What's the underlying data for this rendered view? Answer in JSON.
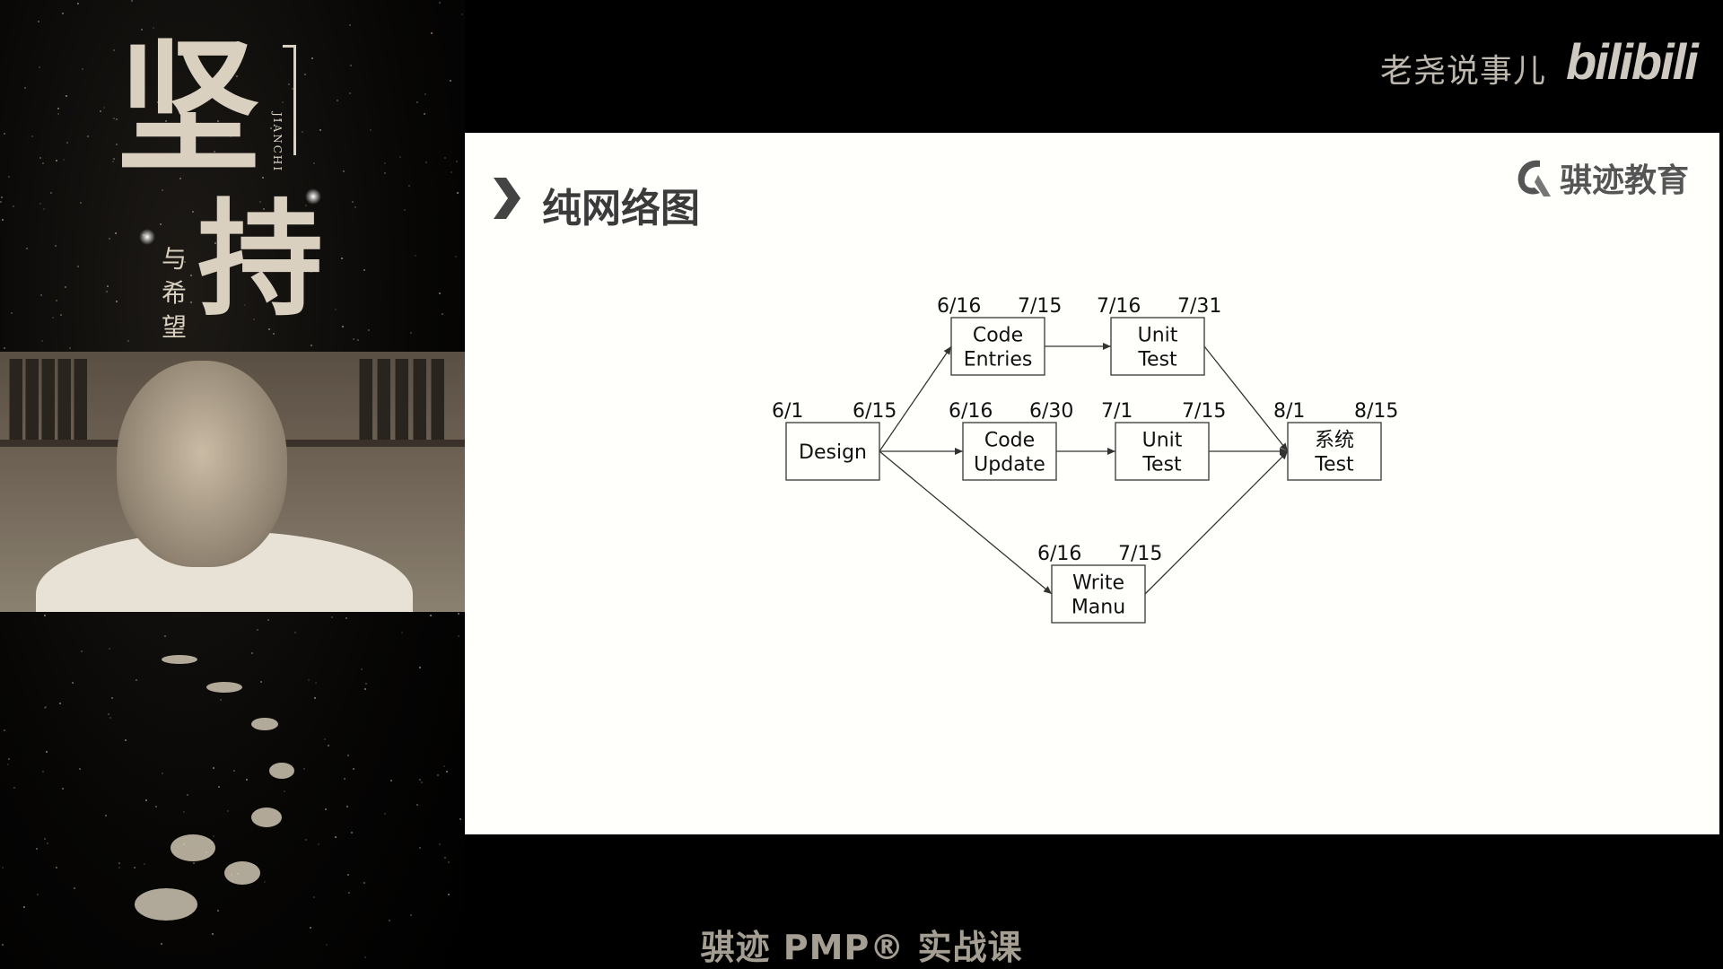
{
  "poster": {
    "char_1": "坚",
    "char_2": "持",
    "subtitle": "与希望",
    "pinyin": "JIANCHI"
  },
  "header": {
    "channel_name": "老尧说事儿",
    "platform_logo": "bilibili"
  },
  "slide": {
    "title": "纯网络图",
    "logo_text": "骐迹教育",
    "icons": {
      "bullet": "chevron-right-icon",
      "logo": "q-logo-icon"
    }
  },
  "network": {
    "nodes": [
      {
        "id": "design",
        "lines": [
          "Design"
        ],
        "start": "6/1",
        "end": "6/15"
      },
      {
        "id": "code-entries",
        "lines": [
          "Code",
          "Entries"
        ],
        "start": "6/16",
        "end": "7/15"
      },
      {
        "id": "unit-test-1",
        "lines": [
          "Unit",
          "Test"
        ],
        "start": "7/16",
        "end": "7/31"
      },
      {
        "id": "code-update",
        "lines": [
          "Code",
          "Update"
        ],
        "start": "6/16",
        "end": "6/30"
      },
      {
        "id": "unit-test-2",
        "lines": [
          "Unit",
          "Test"
        ],
        "start": "7/1",
        "end": "7/15"
      },
      {
        "id": "system-test",
        "lines": [
          "系统",
          "Test"
        ],
        "start": "8/1",
        "end": "8/15"
      },
      {
        "id": "write-manu",
        "lines": [
          "Write",
          "Manu"
        ],
        "start": "6/16",
        "end": "7/15"
      }
    ],
    "edges": [
      [
        "design",
        "code-entries"
      ],
      [
        "design",
        "code-update"
      ],
      [
        "design",
        "write-manu"
      ],
      [
        "code-entries",
        "unit-test-1"
      ],
      [
        "code-update",
        "unit-test-2"
      ],
      [
        "unit-test-1",
        "system-test"
      ],
      [
        "unit-test-2",
        "system-test"
      ],
      [
        "write-manu",
        "system-test"
      ]
    ]
  },
  "footer": {
    "caption": "骐迹 PMP® 实战课"
  }
}
